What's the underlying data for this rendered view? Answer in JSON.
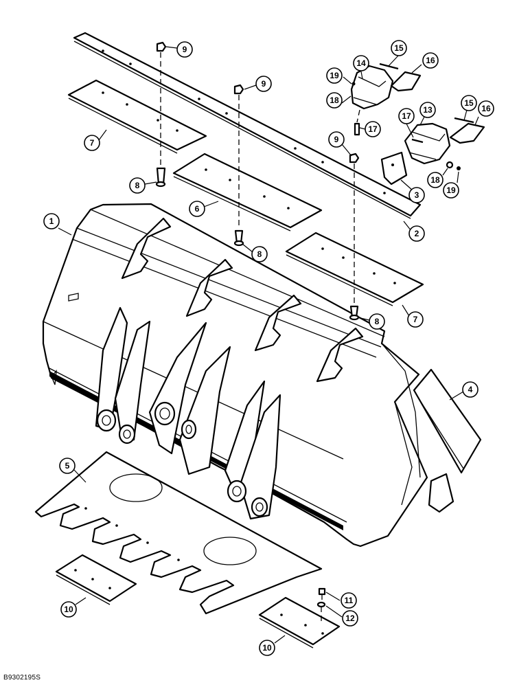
{
  "figure": {
    "reference_code": "B9302195S"
  },
  "callouts": [
    {
      "id": "c1",
      "label": "1",
      "part": "bucket"
    },
    {
      "id": "c2",
      "label": "2",
      "part": "cutting edge"
    },
    {
      "id": "c3",
      "label": "3",
      "part": "side cutter"
    },
    {
      "id": "c4",
      "label": "4",
      "part": "side wear plate"
    },
    {
      "id": "c5",
      "label": "5",
      "part": "bottom wear plate"
    },
    {
      "id": "c6",
      "label": "6",
      "part": "edge segment center"
    },
    {
      "id": "c7a",
      "label": "7",
      "part": "edge segment left"
    },
    {
      "id": "c7b",
      "label": "7",
      "part": "edge segment right"
    },
    {
      "id": "c8a",
      "label": "8",
      "part": "plow bolt"
    },
    {
      "id": "c8b",
      "label": "8",
      "part": "plow bolt"
    },
    {
      "id": "c8c",
      "label": "8",
      "part": "plow bolt"
    },
    {
      "id": "c9a",
      "label": "9",
      "part": "nut"
    },
    {
      "id": "c9b",
      "label": "9",
      "part": "nut"
    },
    {
      "id": "c9c",
      "label": "9",
      "part": "nut"
    },
    {
      "id": "c10a",
      "label": "10",
      "part": "wear pad"
    },
    {
      "id": "c10b",
      "label": "10",
      "part": "wear pad"
    },
    {
      "id": "c11",
      "label": "11",
      "part": "bolt"
    },
    {
      "id": "c12",
      "label": "12",
      "part": "washer"
    },
    {
      "id": "c13",
      "label": "13",
      "part": "tooth adapter"
    },
    {
      "id": "c14",
      "label": "14",
      "part": "tooth adapter"
    },
    {
      "id": "c15a",
      "label": "15",
      "part": "pin"
    },
    {
      "id": "c15b",
      "label": "15",
      "part": "pin"
    },
    {
      "id": "c16a",
      "label": "16",
      "part": "tooth"
    },
    {
      "id": "c16b",
      "label": "16",
      "part": "tooth"
    },
    {
      "id": "c17a",
      "label": "17",
      "part": "bolt"
    },
    {
      "id": "c17b",
      "label": "17",
      "part": "bolt"
    },
    {
      "id": "c18a",
      "label": "18",
      "part": "washer"
    },
    {
      "id": "c18b",
      "label": "18",
      "part": "washer"
    },
    {
      "id": "c19a",
      "label": "19",
      "part": "nut"
    },
    {
      "id": "c19b",
      "label": "19",
      "part": "nut"
    }
  ]
}
